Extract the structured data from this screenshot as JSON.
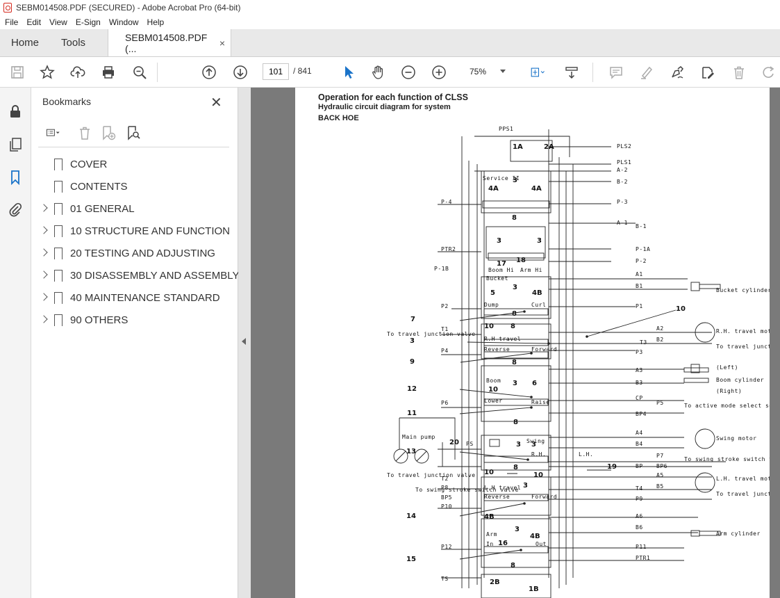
{
  "window": {
    "title": "SEBM014508.PDF (SECURED) - Adobe Acrobat Pro (64-bit)"
  },
  "menu": [
    "File",
    "Edit",
    "View",
    "E-Sign",
    "Window",
    "Help"
  ],
  "tabs": {
    "home": "Home",
    "tools": "Tools",
    "document": "SEBM014508.PDF (...",
    "close": "×"
  },
  "toolbar": {
    "page_current": "101",
    "page_total": "/ 841",
    "zoom": "75%"
  },
  "bookmarks": {
    "title": "Bookmarks",
    "close": "✕",
    "items": [
      {
        "label": "COVER",
        "expandable": false
      },
      {
        "label": "CONTENTS",
        "expandable": false
      },
      {
        "label": "01 GENERAL",
        "expandable": true
      },
      {
        "label": "10 STRUCTURE AND FUNCTION",
        "expandable": true
      },
      {
        "label": "20 TESTING AND ADJUSTING",
        "expandable": true
      },
      {
        "label": "30 DISASSEMBLY AND ASSEMBLY",
        "expandable": true
      },
      {
        "label": "40 MAINTENANCE STANDARD",
        "expandable": true
      },
      {
        "label": "90 OTHERS",
        "expandable": true
      }
    ]
  },
  "document": {
    "heading": "Operation for each function of CLSS",
    "subheading": "Hydraulic circuit diagram for system",
    "section": "BACK HOE",
    "labels": {
      "pps1": "PPS1",
      "pls2": "PLS2",
      "pls1": "PLS1",
      "a2": "A-2",
      "b2": "B-2",
      "p4": "P-4",
      "p3": "P-3",
      "a1": "A-1",
      "b1": "B-1",
      "ptr2": "PTR2",
      "p1a": "P-1A",
      "p2": "P-2",
      "p1b": "P-1B",
      "boomhi": "Boom Hi",
      "armhi": "Arm Hi",
      "bucket": "Bucket",
      "A1": "A1",
      "B1": "B1",
      "bucketcyl": "Bucket cylinder",
      "dump": "Dump",
      "curl": "Curl",
      "P2": "P2",
      "P1": "P1",
      "t1": "T1",
      "tojunction1": "To travel junction valve",
      "rhtravel": "R.H travel",
      "A2": "A2",
      "B2": "B2",
      "rhmotor": "R.H. travel motor",
      "T3": "T3",
      "P3": "P3",
      "tojv": "To travel junction valve",
      "reverse": "Reverse",
      "forward": "Forward",
      "P4": "P4",
      "A3": "A3",
      "B3": "B3",
      "left": "(Left)",
      "boomcyl": "Boom cylinder",
      "right": "(Right)",
      "boom": "Boom",
      "lower": "Lower",
      "raise": "Raise",
      "CP": "CP",
      "P6": "P6",
      "P5": "P5",
      "activemode": "To active mode select solenoid valve",
      "BP4": "BP4",
      "mainpump": "Main pump",
      "PS": "PS",
      "swing": "Swing",
      "A4": "A4",
      "B4": "B4",
      "swingmotor": "Swing motor",
      "rh": "R.H.",
      "lh": "L.H.",
      "P7": "P7",
      "BP": "BP",
      "BP6": "BP6",
      "A5": "A5",
      "B5": "B5",
      "toswing": "To swing stroke switch valve",
      "tojunction2": "To travel junction valve",
      "T2": "T2",
      "P8": "P8",
      "BP5": "BP5",
      "lhtravel": "L.H travel",
      "lhmotor": "L.H. travel motor",
      "reverse2": "Reverse",
      "forward2": "Forward",
      "T4": "T4",
      "P9": "P9",
      "P10": "P10",
      "toswing2": "To swing stroke switch valve",
      "tojv2": "To travel junction valve",
      "A6": "A6",
      "B6": "B6",
      "arm": "Arm",
      "armcyl": "Arm cylinder",
      "in": "In",
      "out": "Out",
      "P11": "P11",
      "P12": "P12",
      "PTR1": "PTR1",
      "TS": "TS",
      "serviceii": "Service II"
    },
    "numbers": {
      "n1a": "1A",
      "n2a": "2A",
      "n4a1": "4A",
      "n3a": "3",
      "n4a2": "4A",
      "n8a": "8",
      "n3b": "3",
      "n3c": "3",
      "n17": "17",
      "n18": "18",
      "n5": "5",
      "n3d": "3",
      "n4b": "4B",
      "n8b": "8",
      "n7": "7",
      "n10a": "10",
      "n8c": "8",
      "n10b": "10",
      "n3e": "3",
      "n9": "9",
      "n8d": "8",
      "n12": "12",
      "n10c": "10",
      "n3f": "3",
      "n6": "6",
      "n11": "11",
      "n8e": "8",
      "n20": "20",
      "n13": "13",
      "n3g": "3",
      "n3h": "3",
      "n19": "19",
      "n8f": "8",
      "n10d": "10",
      "n10e": "10",
      "n3i": "3",
      "n14": "14",
      "n4b2": "4B",
      "n3j": "3",
      "n16": "16",
      "n4b3": "4B",
      "n15": "15",
      "n8g": "8",
      "n2b": "2B",
      "n1b": "1B"
    }
  }
}
